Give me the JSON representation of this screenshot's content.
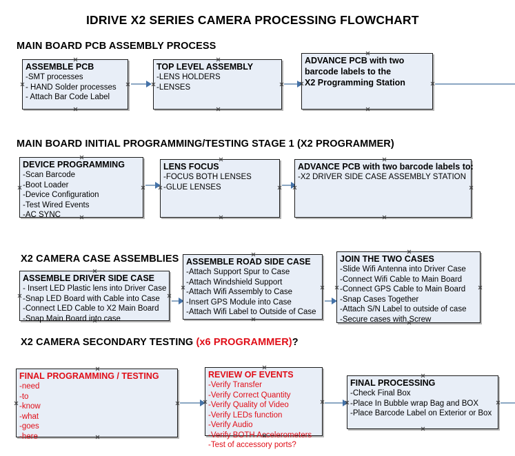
{
  "document": {
    "title": "IDRIVE X2  SERIES CAMERA PROCESSING FLOWCHART"
  },
  "sections": [
    {
      "id": "main-board-pcb-assembly-process",
      "heading": "MAIN BOARD PCB ASSEMBLY PROCESS",
      "heading_red": "",
      "heading_tail": "",
      "boxes": [
        {
          "id": "assemble-pcb",
          "title": "ASSEMBLE PCB",
          "lines": [
            "-SMT processes",
            "- HAND Solder processes",
            "- Attach Bar Code Label"
          ],
          "text_color": "#000000",
          "bold_body": false
        },
        {
          "id": "top-level-assembly",
          "title": "TOP LEVEL ASSEMBLY",
          "lines": [
            "-LENS HOLDERS",
            "-LENSES"
          ],
          "text_color": "#000000",
          "bold_body": false
        },
        {
          "id": "advance-pcb-to-x2-programming-station",
          "title": "ADVANCE PCB with two",
          "lines": [
            "barcode labels to the",
            " X2 Programming Station"
          ],
          "text_color": "#000000",
          "bold_body": true
        }
      ]
    },
    {
      "id": "main-board-initial-programming-testing-stage-1",
      "heading": "MAIN BOARD INITIAL PROGRAMMING/TESTING STAGE 1 (X2 PROGRAMMER)",
      "heading_red": "",
      "heading_tail": "",
      "boxes": [
        {
          "id": "device-programming",
          "title": "DEVICE PROGRAMMING",
          "lines": [
            "-Scan Barcode",
            "-Boot Loader",
            "-Device Configuration",
            "-Test Wired Events",
            "-AC SYNC"
          ],
          "text_color": "#000000",
          "bold_body": false
        },
        {
          "id": "lens-focus",
          "title": "LENS FOCUS",
          "lines": [
            "-FOCUS BOTH LENSES",
            "-GLUE LENSES"
          ],
          "text_color": "#000000",
          "bold_body": false
        },
        {
          "id": "advance-pcb-to-driver-side-case-assembly-station",
          "title": "ADVANCE PCB with two barcode labels to:",
          "lines": [
            "-X2 DRIVER  SIDE  CASE  ASSEMBLY STATION"
          ],
          "text_color": "#000000",
          "bold_body": false
        }
      ]
    },
    {
      "id": "x2-camera-case-assemblies",
      "heading": "X2 CAMERA CASE ASSEMBLIES",
      "heading_red": "",
      "heading_tail": "",
      "boxes": [
        {
          "id": "assemble-driver-side-case",
          "title": "ASSEMBLE DRIVER SIDE CASE",
          "lines": [
            "- Insert LED Plastic lens into Driver Case",
            "-Snap LED Board with Cable into Case",
            "-Connect LED Cable to X2 Main Board",
            "-Snap Main Board into case"
          ],
          "text_color": "#000000",
          "bold_body": false
        },
        {
          "id": "assemble-road-side-case",
          "title": "ASSEMBLE ROAD SIDE CASE",
          "lines": [
            "-Attach Support Spur to Case",
            "-Attach Windshield Support",
            "-Attach Wifi Assembly to Case",
            "-Insert GPS Module into Case",
            "-Attach Wifi Label to Outside of Case"
          ],
          "text_color": "#000000",
          "bold_body": false
        },
        {
          "id": "join-the-two-cases",
          "title": "JOIN THE TWO CASES",
          "lines": [
            "-Slide Wifi Antenna into Driver Case",
            "-Connect Wifi Cable to Main Board",
            "-Connect GPS Cable to Main Board",
            "-Snap Cases Together",
            "-Attach S/N Label to outside of case",
            "-Secure cases with Screw"
          ],
          "text_color": "#000000",
          "bold_body": false
        }
      ]
    },
    {
      "id": "x2-camera-secondary-testing",
      "heading": "X2 CAMERA SECONDARY TESTING ",
      "heading_red": "(x6 PROGRAMMER)",
      "heading_tail": "?",
      "boxes": [
        {
          "id": "final-programming-testing",
          "title": "FINAL PROGRAMMING / TESTING",
          "lines": [
            "-need",
            "-to",
            "-know",
            "-what",
            "-goes",
            "-here"
          ],
          "text_color": "#e00d17",
          "bold_body": false
        },
        {
          "id": "review-of-events",
          "title": "REVIEW OF EVENTS",
          "lines": [
            "-Verify Transfer",
            "-Verify Correct Quantity",
            "-Verify Quality of Video",
            "-Verify LEDs function",
            "-Verify Audio",
            "-Verify BOTH Accelerometers",
            "-Test of accessory ports?"
          ],
          "text_color": "#e00d17",
          "bold_body": false
        },
        {
          "id": "final-processing",
          "title": "FINAL PROCESSING",
          "lines": [
            " -Check Final Box",
            "-Place In Bubble wrap Bag and BOX",
            "-Place Barcode Label on Exterior or Box"
          ],
          "text_color": "#000000",
          "bold_body": false
        }
      ]
    }
  ],
  "colors": {
    "box_fill": "#e8eef7",
    "box_border": "#1a1a1a",
    "arrow_line": "#8aa6c2",
    "arrow_head": "#4472a8",
    "red_accent": "#e00d17",
    "text": "#000000",
    "background": "#ffffff"
  }
}
